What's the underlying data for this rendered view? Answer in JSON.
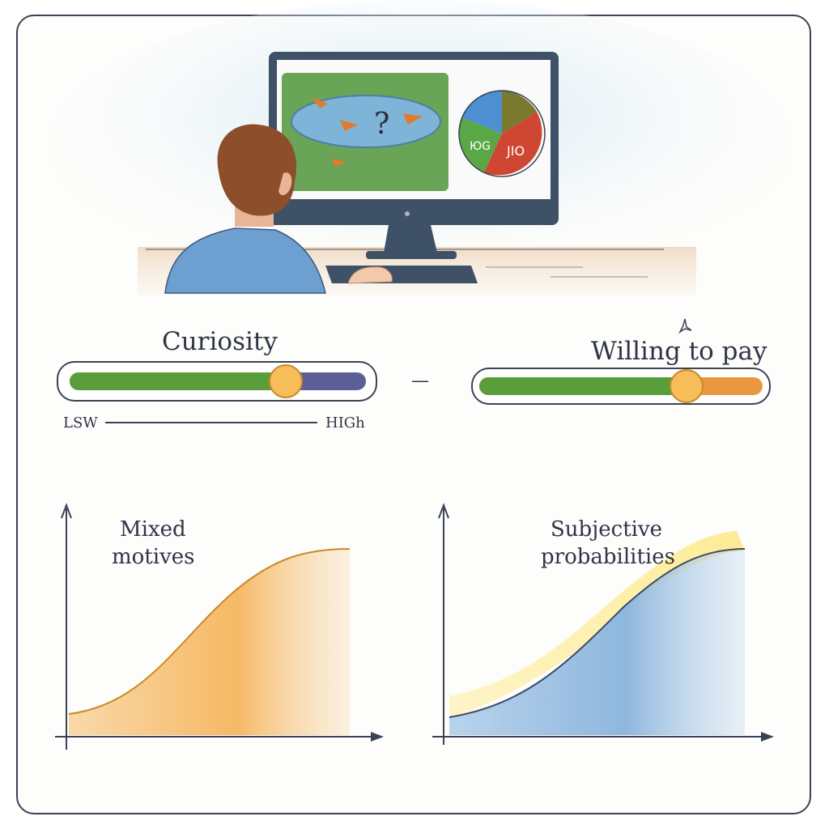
{
  "scene": {
    "monitor_pie_labels": [
      "ЮG",
      "JIO"
    ],
    "question_mark": "?"
  },
  "sliders": {
    "curiosity": {
      "title": "Curiosity",
      "level": 0.73,
      "low_label": "LSW",
      "high_label": "HIGh"
    },
    "willing": {
      "title": "Willing to pay",
      "level": 0.73
    },
    "connector": "—"
  },
  "graphs": {
    "left": {
      "label_line1": "Mixed",
      "label_line2": "motives"
    },
    "right": {
      "label_line1": "Subjective",
      "label_line2": "probabilities"
    }
  },
  "colors": {
    "green": "#5a9e3c",
    "purple": "#5b5f96",
    "orange": "#e9983e",
    "knob": "#f6bd59",
    "blue": "#8fb7de",
    "ink": "#2f3447"
  }
}
